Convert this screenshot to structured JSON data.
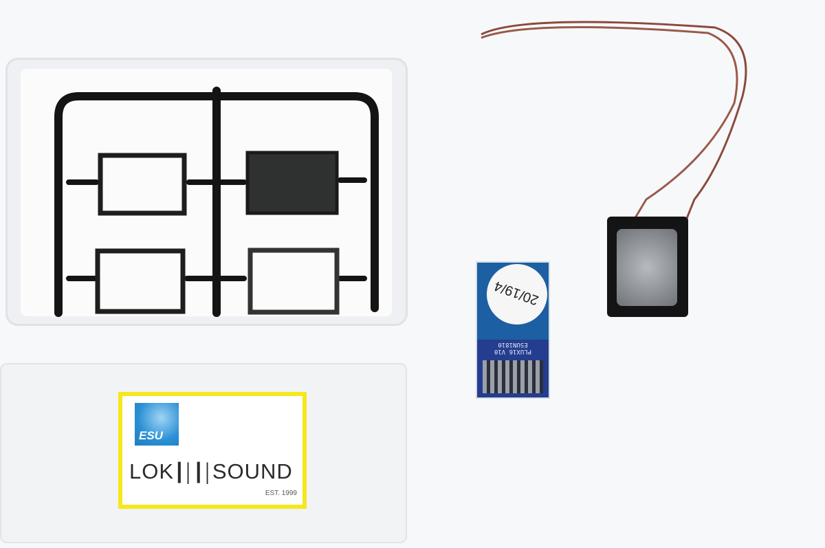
{
  "label": {
    "brand_logo": "ESU",
    "product_left": "LOK",
    "product_right": "SOUND",
    "established": "EST. 1999"
  },
  "decoder": {
    "sticker": "20/19/4",
    "model": "ESUN1810",
    "interface": "PLUX16 V10"
  },
  "colors": {
    "label_border": "#f5e81c",
    "esu_blue": "#2a8fd4",
    "pcb_blue": "#1c5fa3",
    "wire": "#8a4a3c"
  }
}
